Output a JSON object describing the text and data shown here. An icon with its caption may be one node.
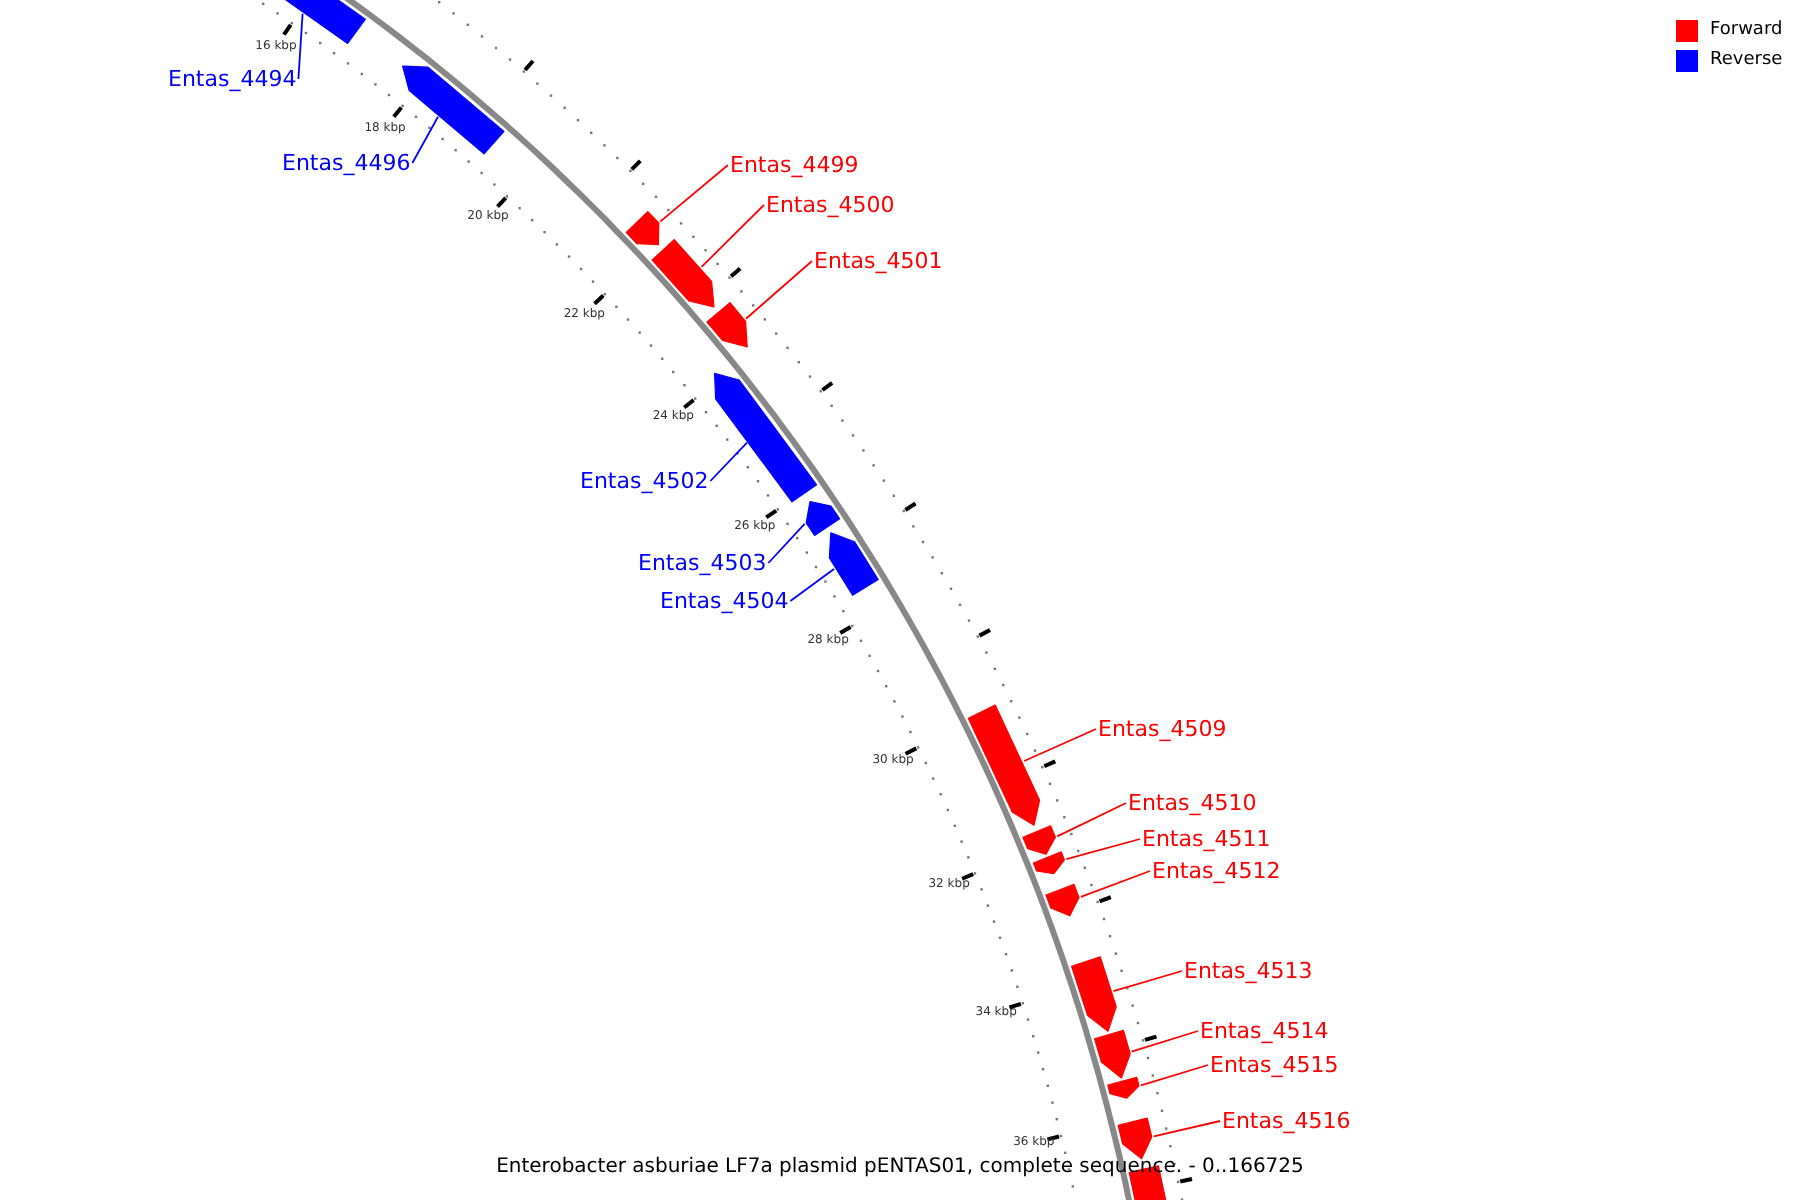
{
  "diagram": {
    "caption": "Enterobacter asburiae LF7a plasmid pENTAS01, complete sequence. - 0..166725",
    "nodes": [
      {
        "text": [
          "Entas_4494"
        ]
      },
      {
        "text": [],
        "shape": "bar"
      },
      {
        "text": [
          "Entas_4496"
        ]
      },
      {
        "text": [],
        "shape": "bar"
      },
      {
        "text": [
          "Entas_4499"
        ]
      },
      {
        "text": [],
        "shape": "bar"
      },
      {
        "text": [
          "Entas_4500"
        ]
      },
      {
        "text": [],
        "shape": "bar"
      },
      {
        "text": [
          "Entas_4501"
        ]
      },
      {
        "text": [],
        "shape": "bar"
      },
      {
        "text": [
          "Entas_4502"
        ]
      },
      {
        "text": [],
        "shape": "bar"
      },
      {
        "text": [
          "Entas_4503"
        ]
      },
      {
        "text": [],
        "shape": "bar"
      },
      {
        "text": [
          "Entas_4504"
        ]
      },
      {
        "text": [],
        "shape": "bar"
      },
      {
        "text": [
          "Entas_4509"
        ]
      },
      {
        "text": [],
        "shape": "bar"
      },
      {
        "text": [
          "Entas_4510"
        ]
      },
      {
        "text": [],
        "shape": "bar"
      },
      {
        "text": [
          "Entas_4511"
        ]
      },
      {
        "text": [],
        "shape": "bar"
      },
      {
        "text": [
          "Entas_4512"
        ]
      },
      {
        "text": [],
        "shape": "bar"
      },
      {
        "text": [
          "Entas_4513"
        ]
      },
      {
        "text": [],
        "shape": "bar"
      },
      {
        "text": [
          "Entas_4514"
        ]
      },
      {
        "text": [],
        "shape": "bar"
      },
      {
        "text": [
          "Entas_4515"
        ]
      },
      {
        "text": [],
        "shape": "bar"
      },
      {
        "text": [
          "Entas_4516"
        ]
      },
      {
        "text": [],
        "shape": "bar"
      },
      {
        "text": [],
        "shape": "bar"
      }
    ],
    "edges": [
      {
        "from": 0,
        "to": 1,
        "arrow": "none",
        "color": "#0000ff"
      },
      {
        "from": 2,
        "to": 3,
        "arrow": "none",
        "color": "#0000ff"
      },
      {
        "from": 4,
        "to": 5,
        "arrow": "none"
      },
      {
        "from": 6,
        "to": 7,
        "arrow": "none"
      },
      {
        "from": 8,
        "to": 9,
        "arrow": "none"
      },
      {
        "from": 10,
        "to": 11,
        "arrow": "none",
        "color": "#0000ff"
      },
      {
        "from": 12,
        "to": 13,
        "arrow": "none",
        "color": "#0000ff"
      },
      {
        "from": 14,
        "to": 15,
        "arrow": "none",
        "color": "#0000ff"
      },
      {
        "from": 16,
        "to": 17,
        "arrow": "none"
      },
      {
        "from": 18,
        "to": 19,
        "arrow": "none"
      },
      {
        "from": 20,
        "to": 21,
        "arrow": "none"
      },
      {
        "from": 22,
        "to": 23,
        "arrow": "none"
      },
      {
        "from": 24,
        "to": 25,
        "arrow": "none"
      },
      {
        "from": 26,
        "to": 27,
        "arrow": "none"
      },
      {
        "from": 28,
        "to": 29,
        "arrow": "none"
      },
      {
        "from": 30,
        "to": 31,
        "arrow": "none"
      }
    ],
    "labels": [
      "16 kbp",
      "18 kbp",
      "20 kbp",
      "22 kbp",
      "24 kbp",
      "26 kbp",
      "28 kbp",
      "30 kbp",
      "32 kbp",
      "34 kbp",
      "36 kbp"
    ],
    "legend": [
      {
        "text": "Forward",
        "color": "#ff0000"
      },
      {
        "text": "Reverse",
        "color": "#0000ff"
      }
    ]
  }
}
